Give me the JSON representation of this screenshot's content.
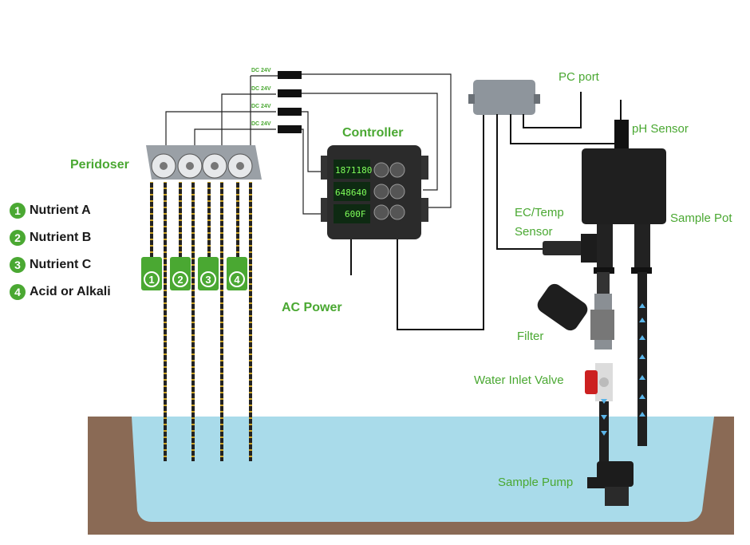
{
  "labels": {
    "peridoser": "Peridoser",
    "controller": "Controller",
    "ac_power": "AC Power",
    "pc_port": "PC port",
    "ph_sensor": "pH Sensor",
    "sample_pot": "Sample Pot",
    "ec_temp_line1": "EC/Temp",
    "ec_temp_line2": "Sensor",
    "filter": "Filter",
    "water_inlet_valve": "Water Inlet Valve",
    "sample_pump": "Sample Pump",
    "dc_label": "DC 24V"
  },
  "legend": [
    {
      "number": "1",
      "label": "Nutrient A"
    },
    {
      "number": "2",
      "label": "Nutrient B"
    },
    {
      "number": "3",
      "label": "Nutrient C"
    },
    {
      "number": "4",
      "label": "Acid or Alkali"
    }
  ],
  "bottles": [
    "1",
    "2",
    "3",
    "4"
  ],
  "controller_readouts": [
    "1871180",
    "648640",
    "600F"
  ],
  "colors": {
    "accent": "#4aa832",
    "water": "#a9dbea",
    "ground": "#8a6a55",
    "device_dark": "#2b2b2b"
  }
}
